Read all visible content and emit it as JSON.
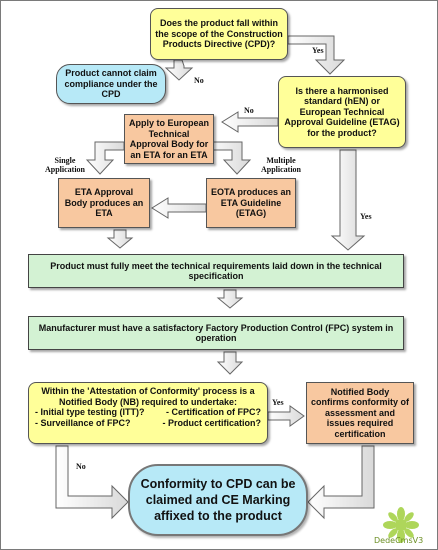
{
  "nodes": {
    "q_scope": "Does the product fall within the scope of the Construction Products Directive (CPD)?",
    "cannot_claim": "Product cannot claim compliance under the CPD",
    "q_harmonised": "Is there a harmonised standard (hEN) or European Technical Approval Guideline (ETAG) for the product?",
    "apply_etab": "Apply to European Technical Approval Body for an ETA for an ETA",
    "eta_approval": "ETA Approval Body produces an ETA",
    "eota_produces": "EOTA produces an ETA Guideline (ETAG)",
    "meet_requirements": "Product must fully meet the technical requirements laid down in the technical specification",
    "fpc": "Manufacturer must have a satisfactory Factory Production Control (FPC) system in operation",
    "nb_intro": "Within the 'Attestation of Conformity' process is a Notified Body (NB) required to undertake:",
    "nb_items": [
      "- Initial type testing (ITT)?",
      "- Certification of FPC?",
      "- Surveillance of FPC?",
      "- Product certification?"
    ],
    "nb_confirms": "Notified Body confirms conformity of assessment and issues required certification",
    "final": "Conformity to CPD can be claimed and CE Marking affixed to the product"
  },
  "edge_labels": {
    "yes": "Yes",
    "no": "No",
    "single": "Single Application",
    "multiple": "Multiple Application"
  },
  "watermark": "DedeCmsV3"
}
